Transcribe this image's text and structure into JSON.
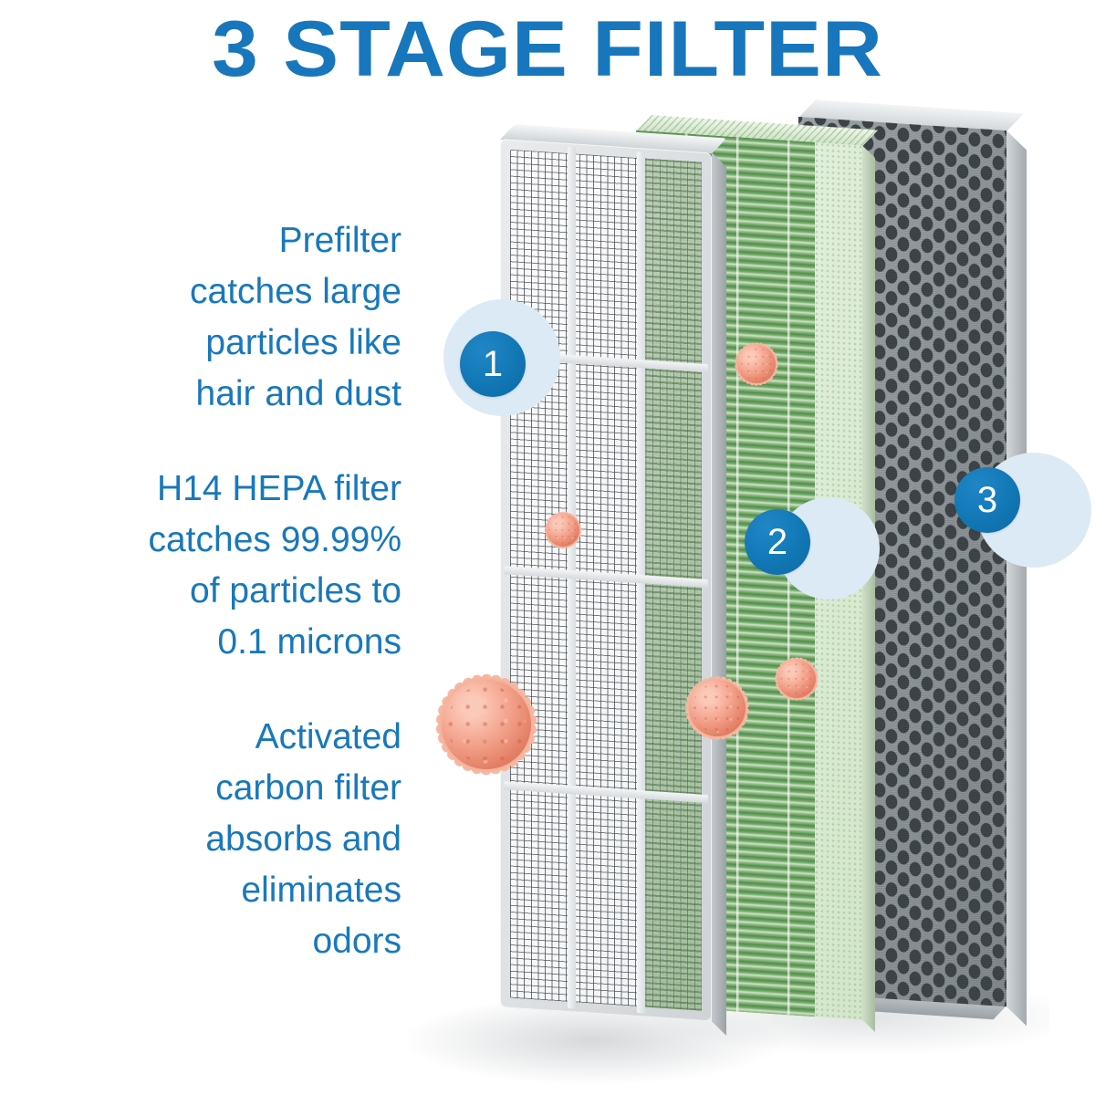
{
  "title": "3 STAGE FILTER",
  "colors": {
    "brand_blue": "#1876BC",
    "badge_blue": "#1277B5",
    "halo_blue": "#DCEAF6",
    "text_blue": "#1878BC",
    "hepa_green": "#5D9455",
    "carbon_dark": "#3C4246",
    "particle_coral": "#F3A18A",
    "background": "#FFFFFF"
  },
  "descriptions": [
    {
      "id": "prefilter",
      "lines": [
        "Prefilter",
        "catches large",
        "particles like",
        "hair and dust"
      ]
    },
    {
      "id": "hepa",
      "lines": [
        "H14 HEPA filter",
        "catches 99.99%",
        "of particles to",
        "0.1 microns"
      ]
    },
    {
      "id": "carbon",
      "lines": [
        "Activated",
        "carbon filter",
        "absorbs and",
        "eliminates",
        "odors"
      ]
    }
  ],
  "badges": [
    {
      "number": "1",
      "for": "prefilter"
    },
    {
      "number": "2",
      "for": "hepa"
    },
    {
      "number": "3",
      "for": "carbon"
    }
  ],
  "layers": [
    {
      "id": "prefilter",
      "name": "Prefilter mesh panel"
    },
    {
      "id": "hepa",
      "name": "H14 HEPA pleated panel"
    },
    {
      "id": "carbon",
      "name": "Activated carbon honeycomb panel"
    }
  ]
}
